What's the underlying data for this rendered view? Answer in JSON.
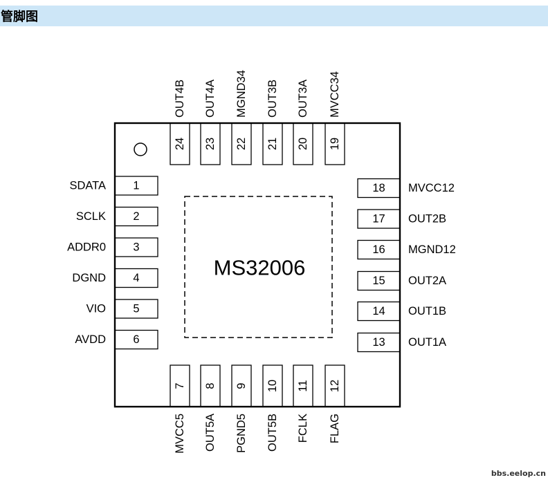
{
  "header": {
    "title": "管脚图"
  },
  "chip": {
    "name": "MS32006"
  },
  "pins": {
    "left": [
      {
        "number": "1",
        "name": "SDATA"
      },
      {
        "number": "2",
        "name": "SCLK"
      },
      {
        "number": "3",
        "name": "ADDR0"
      },
      {
        "number": "4",
        "name": "DGND"
      },
      {
        "number": "5",
        "name": "VIO"
      },
      {
        "number": "6",
        "name": "AVDD"
      }
    ],
    "right": [
      {
        "number": "18",
        "name": "MVCC12"
      },
      {
        "number": "17",
        "name": "OUT2B"
      },
      {
        "number": "16",
        "name": "MGND12"
      },
      {
        "number": "15",
        "name": "OUT2A"
      },
      {
        "number": "14",
        "name": "OUT1B"
      },
      {
        "number": "13",
        "name": "OUT1A"
      }
    ],
    "top": [
      {
        "number": "24",
        "name": "OUT4B"
      },
      {
        "number": "23",
        "name": "OUT4A"
      },
      {
        "number": "22",
        "name": "MGND34"
      },
      {
        "number": "21",
        "name": "OUT3B"
      },
      {
        "number": "20",
        "name": "OUT3A"
      },
      {
        "number": "19",
        "name": "MVCC34"
      }
    ],
    "bottom": [
      {
        "number": "7",
        "name": "MVCC5"
      },
      {
        "number": "8",
        "name": "OUT5A"
      },
      {
        "number": "9",
        "name": "PGND5"
      },
      {
        "number": "10",
        "name": "OUT5B"
      },
      {
        "number": "11",
        "name": "FCLK"
      },
      {
        "number": "12",
        "name": "FLAG"
      }
    ]
  },
  "watermark": "bbs.eelop.cn",
  "colors": {
    "header_bg": "#cde6f7",
    "line": "#000000"
  }
}
